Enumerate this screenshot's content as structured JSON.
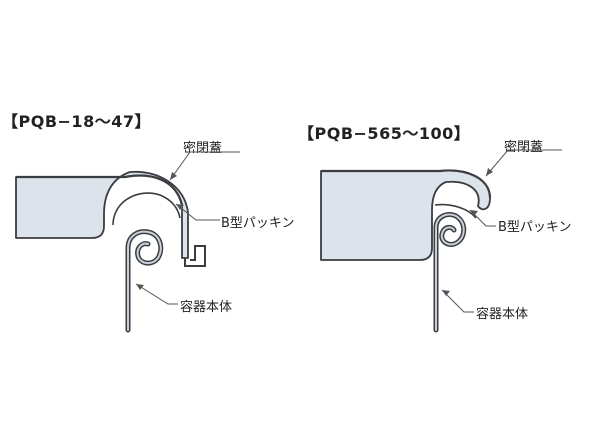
{
  "left": {
    "title": "【PQB−18～47】",
    "lid_label": "密閉蓋",
    "gasket_label": "B型パッキン",
    "body_label": "容器本体"
  },
  "right": {
    "title": "【PQB−565～100】",
    "lid_label": "密閉蓋",
    "gasket_label": "B型パッキン",
    "body_label": "容器本体"
  },
  "colors": {
    "lid_fill": "#dde3ea",
    "outline": "#3a3d42",
    "shadow": "#6e737a",
    "leader": "#555555"
  }
}
